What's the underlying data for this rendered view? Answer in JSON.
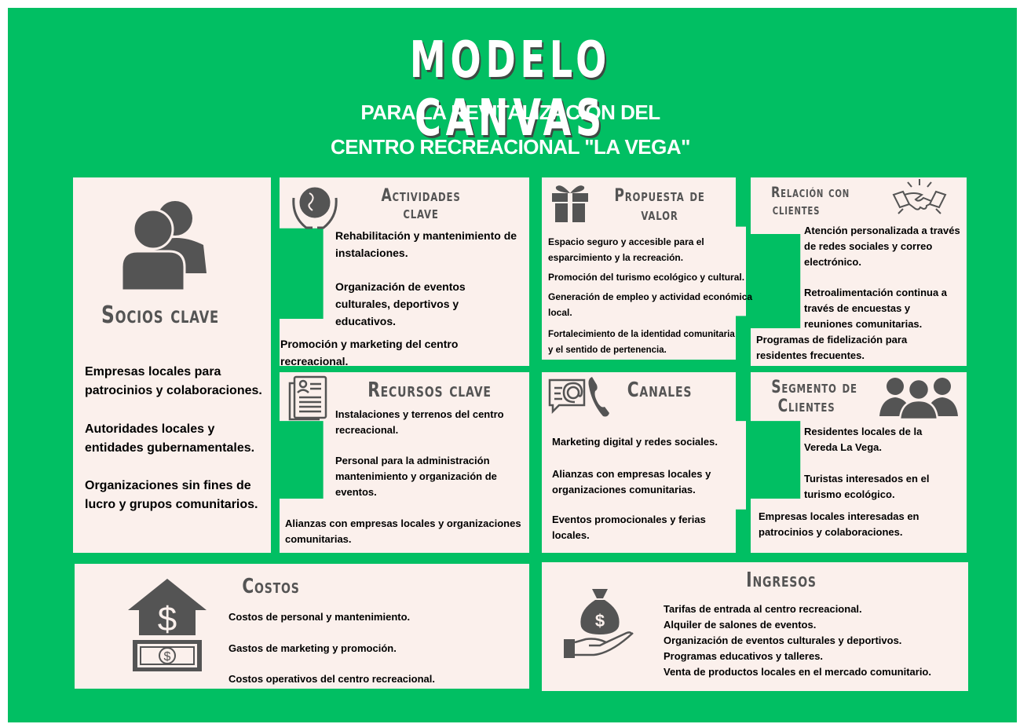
{
  "title": "MODELO CANVAS",
  "subtitle_1": "PARA LA REVITALIZACIÓN DEL",
  "subtitle_2": "CENTRO RECREACIONAL \"LA VEGA\"",
  "colors": {
    "background": "#01bf63",
    "panel": "#fbf0ec",
    "icon": "#545454"
  },
  "socios": {
    "title": "Socios clave",
    "icon": "people-icon",
    "items": [
      "Empresas locales para patrocinios y colaboraciones.",
      "Autoridades locales y entidades gubernamentales.",
      "Organizaciones sin fines de lucro y grupos comunitarios."
    ]
  },
  "actividades": {
    "title_1": "Actividades",
    "title_2": "clave",
    "icon": "globe-hands-icon",
    "items": [
      "Rehabilitación y mantenimiento de instalaciones.",
      "Organización de eventos culturales, deportivos y educativos.",
      "Promoción y marketing del centro recreacional."
    ]
  },
  "recursos": {
    "title": "Recursos clave",
    "icon": "document-icon",
    "items": [
      "Instalaciones y terrenos del centro recreacional.",
      "Personal para la administración mantenimiento y organización de eventos.",
      "Alianzas con empresas locales y organizaciones comunitarias."
    ]
  },
  "propuesta": {
    "title_1": "Propuesta de",
    "title_2": "valor",
    "icon": "gift-icon",
    "items": [
      "Espacio seguro y accesible para el esparcimiento y la recreación.",
      "Promoción del turismo ecológico y cultural.",
      "Generación de empleo y actividad económica local.",
      "Fortalecimiento de la identidad comunitaria y el sentido de pertenencia."
    ]
  },
  "canales": {
    "title": "Canales",
    "icon": "phone-email-icon",
    "items": [
      "Marketing digital y redes sociales.",
      "Alianzas con empresas locales y organizaciones comunitarias.",
      "Eventos promocionales y ferias locales."
    ]
  },
  "relacion": {
    "title_1": "Relación con",
    "title_2": "clientes",
    "icon": "handshake-icon",
    "items": [
      "Atención personalizada a través de redes sociales y correo electrónico.",
      "Retroalimentación continua a través de encuestas y reuniones comunitarias.",
      "Programas de fidelización para residentes frecuentes."
    ]
  },
  "segmento": {
    "title_1": "Segmento de",
    "title_2": "Clientes",
    "icon": "group-icon",
    "items": [
      "Residentes locales de la Vereda La Vega.",
      "Turistas interesados en el turismo ecológico.",
      "Empresas locales interesadas en patrocinios y colaboraciones."
    ]
  },
  "costos": {
    "title": "Costos",
    "icon": "house-money-icon",
    "items": [
      "Costos de personal y mantenimiento.",
      "Gastos de marketing y promoción.",
      "Costos operativos del centro recreacional."
    ]
  },
  "ingresos": {
    "title": "Ingresos",
    "icon": "money-bag-hand-icon",
    "items": [
      "Tarifas de entrada al centro recreacional.",
      "Alquiler de salones de eventos.",
      "Organización de eventos culturales y deportivos.",
      "Programas educativos y talleres.",
      "Venta de productos locales en el mercado comunitario."
    ]
  }
}
